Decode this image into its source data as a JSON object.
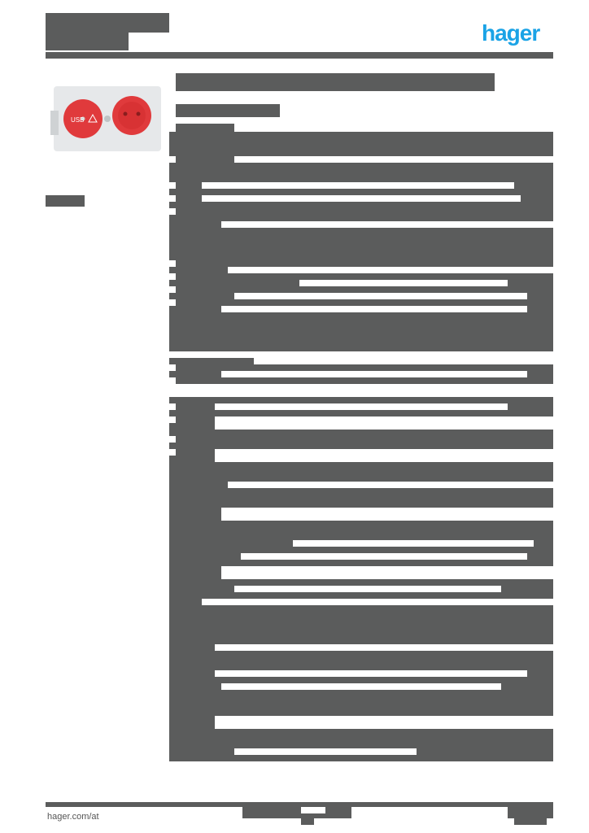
{
  "header": {
    "brand_logo": "hager",
    "brand_color": "#1aa3e6"
  },
  "product_image": {
    "alt": "product-photo-red-socket-module"
  },
  "footer": {
    "website": "hager.com/at"
  },
  "colors": {
    "redaction": "#5b5c5c",
    "background": "#ffffff",
    "socket_red": "#e03a3c"
  }
}
